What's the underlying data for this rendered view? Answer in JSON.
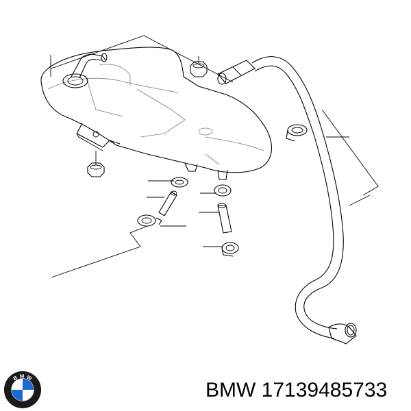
{
  "caption": {
    "brand": "BMW",
    "part_number": "17139485733"
  },
  "logo": {
    "letters": [
      "B",
      "M",
      "W"
    ],
    "colors": {
      "ring": "#1a1a1a",
      "blue": "#1c69d4",
      "white": "#ffffff"
    }
  }
}
